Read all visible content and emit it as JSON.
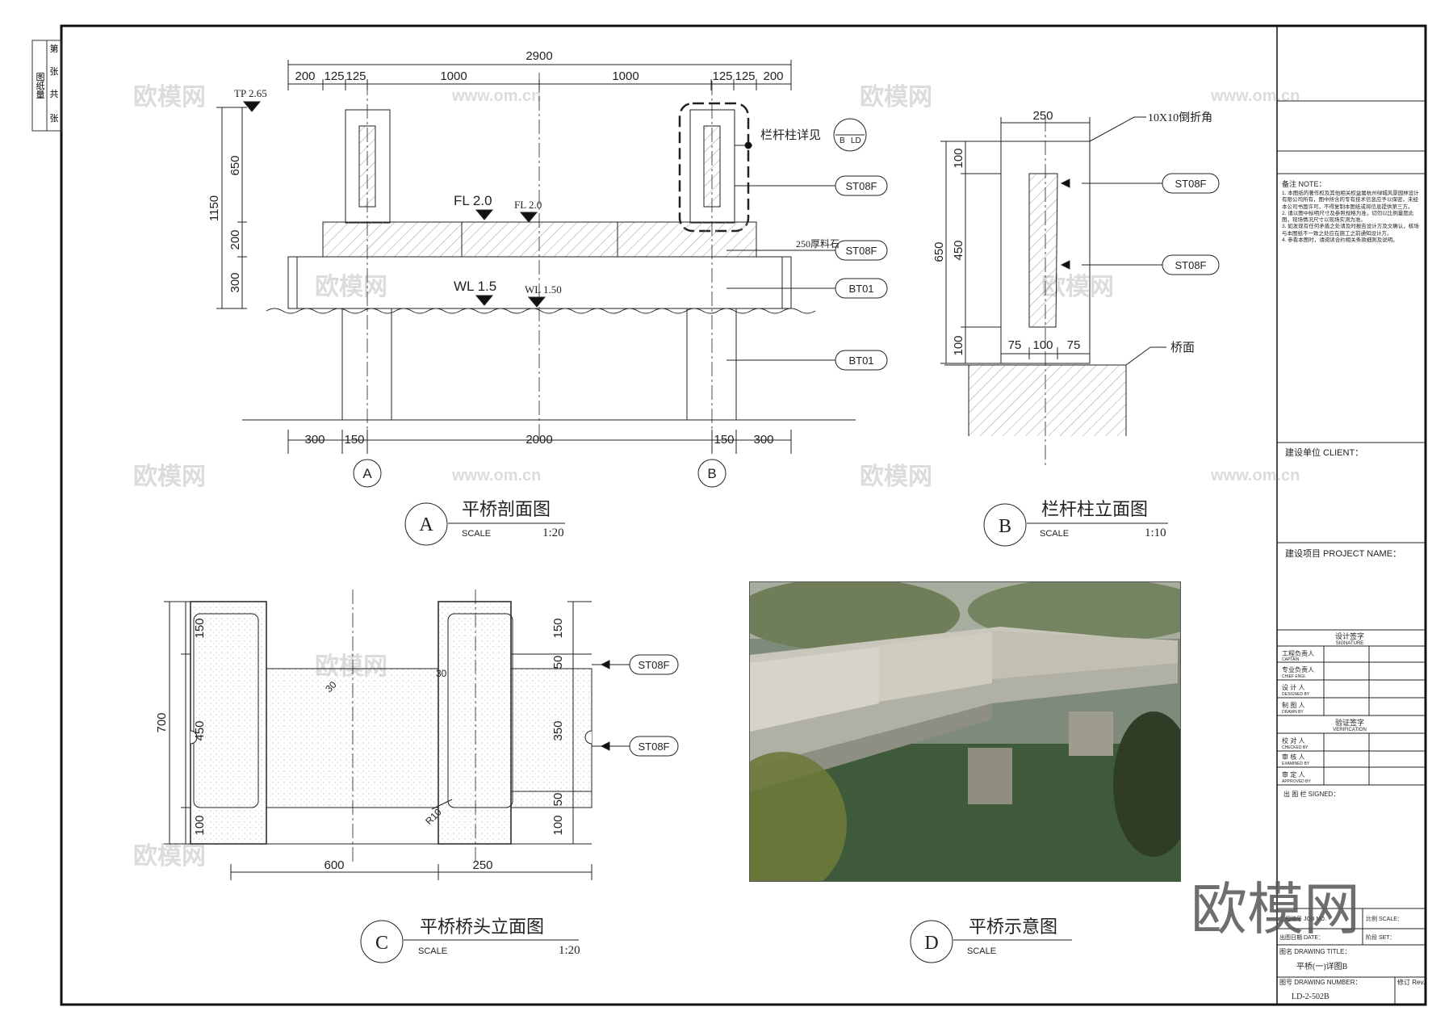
{
  "side_label": {
    "col_a": "图纸量",
    "col_b": [
      "第",
      "张",
      "共",
      "张"
    ]
  },
  "view_a": {
    "letter": "A",
    "title": "平桥剖面图",
    "scale_label": "SCALE",
    "scale": "1:20",
    "dims_top": [
      "2900",
      "200",
      "125",
      "125",
      "1000",
      "1000",
      "125",
      "125",
      "200"
    ],
    "dims_left": [
      "1150",
      "650",
      "200",
      "300"
    ],
    "dims_bottom": [
      "300",
      "150",
      "2000",
      "150",
      "300"
    ],
    "axes": [
      "A",
      "B"
    ],
    "tp_label": "TP 2.65",
    "fl_labels": [
      "FL 2.0",
      "FL 2.0"
    ],
    "wl_labels": [
      "WL 1.5",
      "WL 1.50"
    ],
    "callout_detail": "栏杆柱详见",
    "detail_ref": {
      "top": "B",
      "right": "LD"
    },
    "callouts": [
      "ST08F",
      "ST08F",
      "BT01",
      "BT01"
    ],
    "note_250": "250厚料石"
  },
  "view_b": {
    "letter": "B",
    "title": "栏杆柱立面图",
    "scale_label": "SCALE",
    "scale": "1:10",
    "dim_top": "250",
    "chamfer_note": "10X10倒折角",
    "dims_left": [
      "650",
      "100",
      "450",
      "100"
    ],
    "dims_bottom": [
      "75",
      "100",
      "75"
    ],
    "callouts": [
      "ST08F",
      "ST08F"
    ],
    "deck_label": "桥面"
  },
  "view_c": {
    "letter": "C",
    "title": "平桥桥头立面图",
    "scale_label": "SCALE",
    "scale": "1:20",
    "dims_left": [
      "700",
      "150",
      "450",
      "100"
    ],
    "dims_right": [
      "150",
      "50",
      "350",
      "50",
      "100"
    ],
    "dims_bottom": [
      "600",
      "250"
    ],
    "annot": [
      "30",
      "30",
      "R10"
    ],
    "callouts": [
      "ST08F",
      "ST08F"
    ]
  },
  "view_d": {
    "letter": "D",
    "title": "平桥示意图",
    "scale_label": "SCALE"
  },
  "title_block": {
    "note_title": "备注 NOTE：",
    "notes": [
      "1. 本图纸的著作权及其他相关权益属杭州绿城风景园林设计有限公司所有，图中所含的专有技术信息应予以保密，未经本公司书面许可，不得复制本图纸或将信息提供第三方。",
      "2. 请以图中标明尺寸及参照规格为准，切勿以比例量度此图，现场情况尺寸以现场实测为准。",
      "3. 如发现有任何矛盾之处请及时报告设计方及文确认，核场与本图纸不一致之处应在施工之前通知设计方。",
      "4. 参看本图时，请阅读合约相关条款细则及说明。"
    ],
    "client_label": "建设单位 CLIENT：",
    "project_label": "建设项目 PROJECT NAME：",
    "signature_head": {
      "cn": "设计签字",
      "en": "SIGNATURE"
    },
    "sig_rows": [
      {
        "cn": "工程负责人",
        "en": "CAPTAIN"
      },
      {
        "cn": "专业负责人",
        "en": "CHIEF ENGI."
      },
      {
        "cn": "设 计 人",
        "en": "DESIGNED BY"
      },
      {
        "cn": "制 图 人",
        "en": "DRAWN BY"
      }
    ],
    "verify_head": {
      "cn": "验证签字",
      "en": "VERIFICATION"
    },
    "verify_rows": [
      {
        "cn": "校 对 人",
        "en": "CHECKED BY"
      },
      {
        "cn": "审 核 人",
        "en": "EXAMINED BY"
      },
      {
        "cn": "审 定 人",
        "en": "APPROVED BY"
      }
    ],
    "signed_label": "出 图 栏   SIGNED：",
    "job_label": "工程编号 JOB NO.",
    "scale_label": "比例 SCALE：",
    "date_label": "出图日期 DATE：",
    "set_label": "阶段 SET：",
    "drawing_title_label": "图名 DRAWING TITLE：",
    "drawing_title": "平桥(一)详图B",
    "drawing_number_label": "图号 DRAWING NUMBER：",
    "drawing_number": "LD-2-502B",
    "rev_label": "修订 Rev."
  },
  "watermark": {
    "cn": "欧模网",
    "url": "www.om.cn",
    "large": "欧模网"
  },
  "colors": {
    "line": "#222222",
    "hatch": "#9a9a9a",
    "water": "#3e5a3a",
    "stone": "#c9c7bc"
  }
}
